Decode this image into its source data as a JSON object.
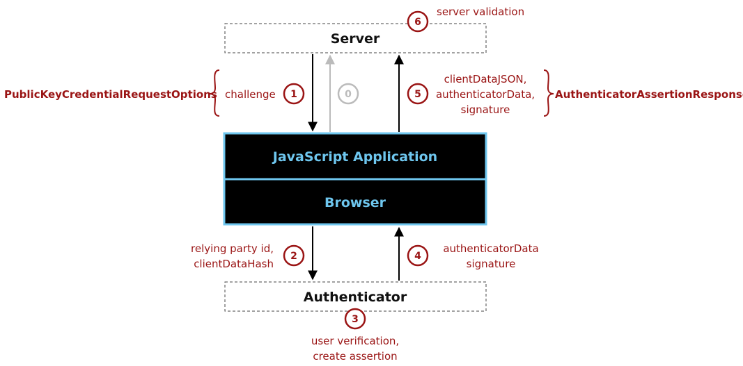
{
  "boxes": {
    "server": "Server",
    "app": "JavaScript Application",
    "browser": "Browser",
    "authenticator": "Authenticator"
  },
  "steps": {
    "s0": "0",
    "s1": "1",
    "s2": "2",
    "s3": "3",
    "s4": "4",
    "s5": "5",
    "s6": "6"
  },
  "labels": {
    "server_validation": "server validation",
    "challenge": "challenge",
    "request_options": "PublicKeyCredentialRequestOptions",
    "step5_line1": "clientDataJSON,",
    "step5_line2": "authenticatorData,",
    "step5_line3": "signature",
    "assertion_response": "AuthenticatorAssertionResponse",
    "step2_line1": "relying party id,",
    "step2_line2": "clientDataHash",
    "step4_line1": "authenticatorData",
    "step4_line2": "signature",
    "step3_line1": "user verification,",
    "step3_line2": "create assertion"
  },
  "colors": {
    "accent": "#9a1414",
    "app_text": "#6ec6ee",
    "app_border": "#6ec6ee",
    "app_fill": "#000000",
    "faded": "#bbbbbb"
  }
}
